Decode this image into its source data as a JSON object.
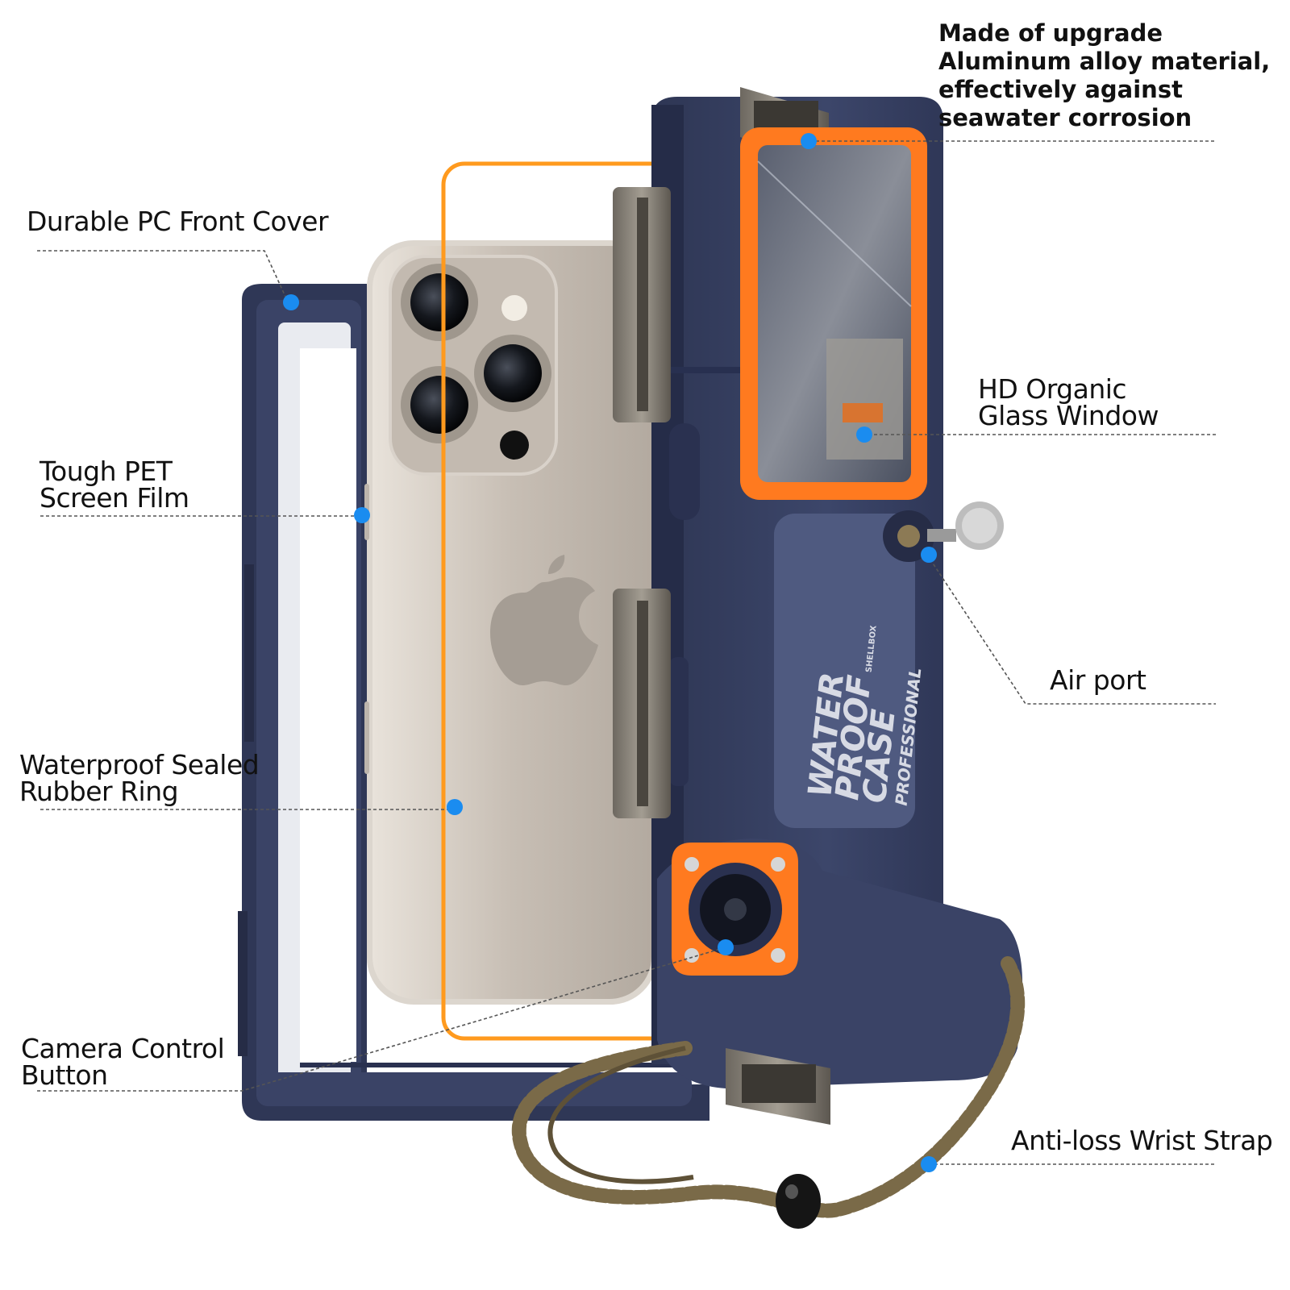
{
  "callouts": {
    "front_cover": {
      "lines": [
        "Durable PC Front Cover"
      ]
    },
    "screen_film": {
      "lines": [
        "Tough PET",
        "Screen Film"
      ]
    },
    "rubber_ring": {
      "lines": [
        "Waterproof Sealed",
        "Rubber Ring"
      ]
    },
    "camera_button": {
      "lines": [
        "Camera Control",
        "Button"
      ]
    },
    "aluminum": {
      "lines": [
        "Made of upgrade",
        "Aluminum alloy material,",
        "effectively against",
        "seawater corrosion"
      ]
    },
    "glass_window": {
      "lines": [
        "HD Organic",
        "Glass Window"
      ]
    },
    "air_port": {
      "lines": [
        "Air port"
      ]
    },
    "wrist_strap": {
      "lines": [
        "Anti-loss Wrist Strap"
      ]
    }
  },
  "case_print": {
    "line1": "WATER",
    "line2": "PROOF",
    "line3": "CASE",
    "line4": "PROFESSIONAL",
    "brand": "SHELLBOX"
  },
  "colors": {
    "marker": "#1a8cf0",
    "case_body": "#3a4466",
    "accent_orange": "#ff7a1f",
    "phone_titanium": "#c9c1b8",
    "strap": "#7a6a48"
  }
}
